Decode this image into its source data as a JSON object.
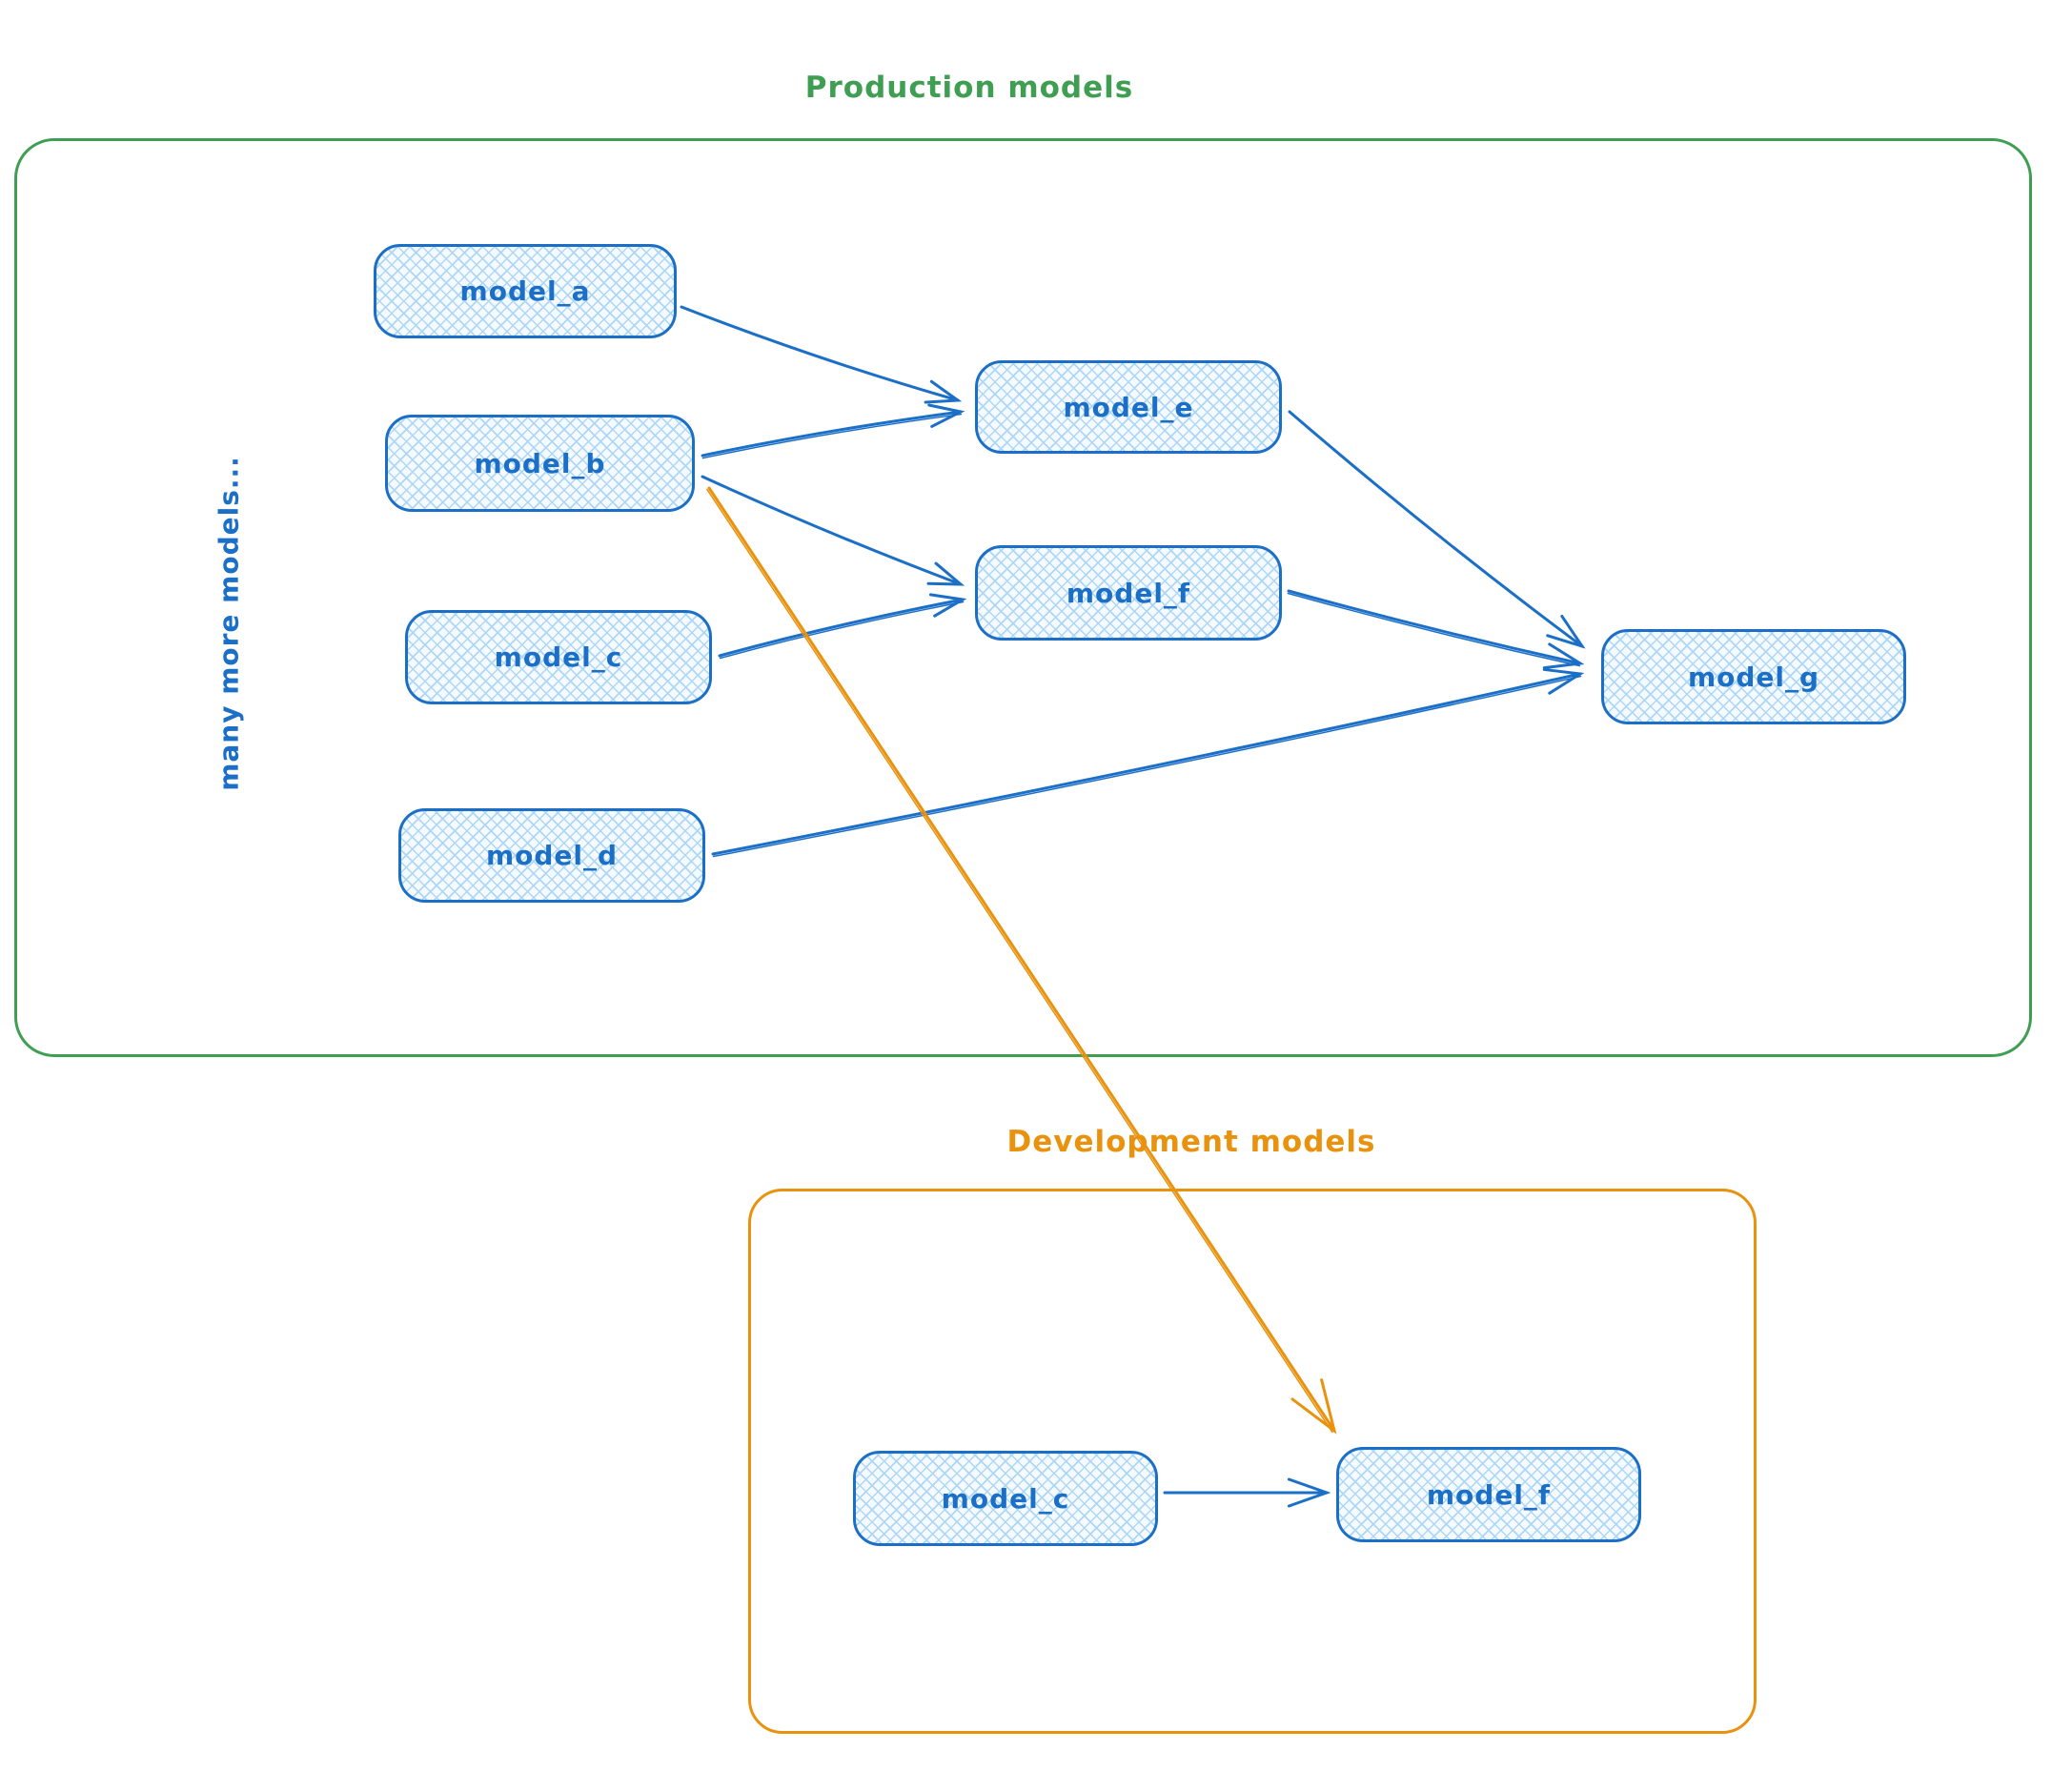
{
  "diagram": {
    "production": {
      "title": "Production models",
      "side_note": "many more models..."
    },
    "development": {
      "title": "Development models"
    }
  },
  "labels": {
    "model_a": "model_a",
    "model_b": "model_b",
    "model_c": "model_c",
    "model_d": "model_d",
    "model_e": "model_e",
    "model_f": "model_f",
    "model_g": "model_g",
    "dev_model_c": "model_c",
    "dev_model_f": "model_f"
  },
  "colors": {
    "blue": "#1b6fc7",
    "hatch_light_blue": "#aed7f5",
    "green": "#3f9e52",
    "orange": "#e8920e"
  },
  "edges": [
    {
      "from": "model_a",
      "to": "model_e",
      "color": "blue"
    },
    {
      "from": "model_b",
      "to": "model_e",
      "color": "blue"
    },
    {
      "from": "model_b",
      "to": "model_f",
      "color": "blue"
    },
    {
      "from": "model_c",
      "to": "model_f",
      "color": "blue"
    },
    {
      "from": "model_e",
      "to": "model_g",
      "color": "blue"
    },
    {
      "from": "model_f",
      "to": "model_g",
      "color": "blue"
    },
    {
      "from": "model_d",
      "to": "model_g",
      "color": "blue"
    },
    {
      "from": "model_b",
      "to": "dev_model_f",
      "color": "orange"
    },
    {
      "from": "dev_model_c",
      "to": "dev_model_f",
      "color": "blue"
    }
  ]
}
